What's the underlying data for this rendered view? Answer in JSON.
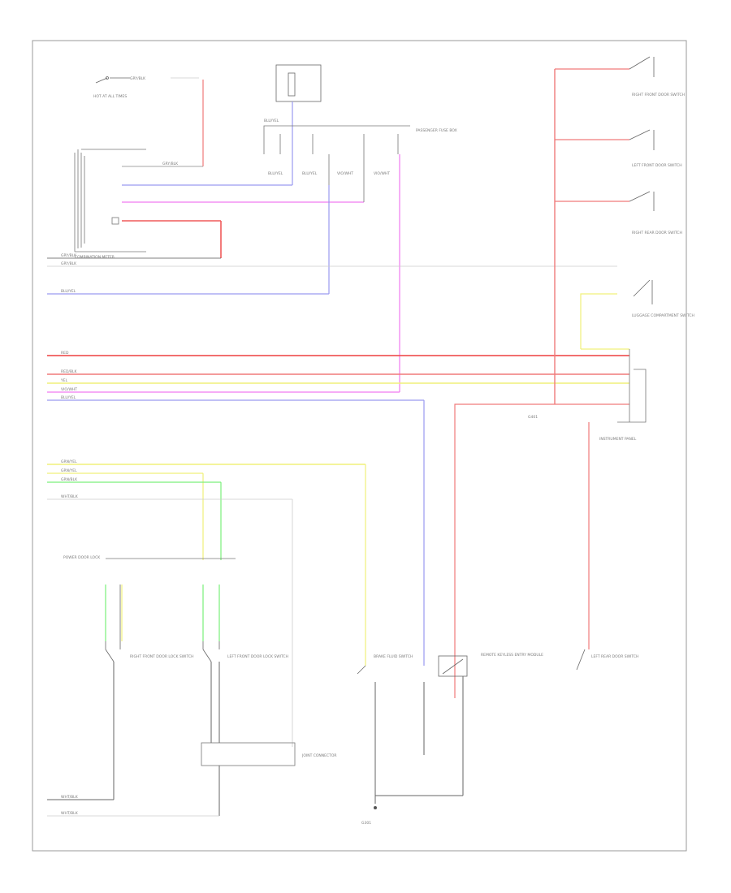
{
  "diagram": {
    "footer_code": "",
    "wire_colors": {
      "red": "#f07a7a",
      "red_strong": "#f05a5a",
      "blue": "#9a9af0",
      "pink": "#f07af0",
      "yellow": "#f0f07a",
      "green": "#7af07a",
      "black": "#555555",
      "gray": "#bbbbbb"
    },
    "wire_labels": {
      "left_1": "GRY/BLK",
      "left_2": "GRY/BLK",
      "blu_yel": "BLU/YEL",
      "red": "RED",
      "red_blk": "RED/BLK",
      "yel": "YEL",
      "vio_wht": "VIO/WHT",
      "blu_yel_2": "BLU/YEL",
      "grn_yel": "GRN/YEL",
      "grn_yel_2": "GRN/YEL",
      "grn_blk": "GRN/BLK",
      "wht_blk": "WHT/BLK",
      "wht_blk_2": "WHT/BLK",
      "wht_blk_3": "WHT/BLK"
    }
  }
}
